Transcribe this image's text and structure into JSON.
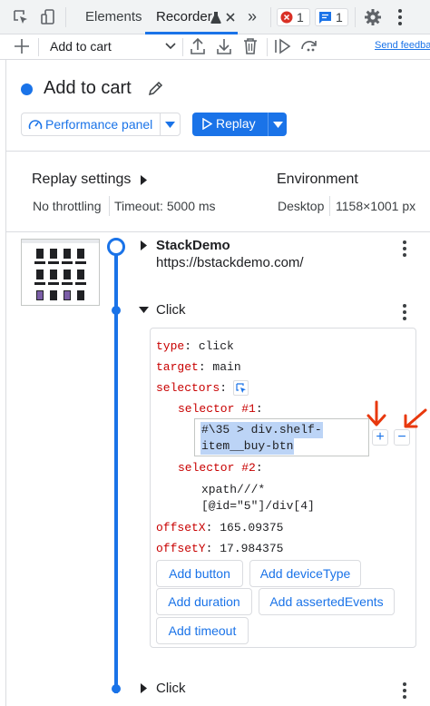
{
  "tabs": {
    "elements": "Elements",
    "recorder": "Recorder",
    "recorder_icon": "flask-icon",
    "more": "»",
    "errors_count": "1",
    "messages_count": "1"
  },
  "toolbar": {
    "recording_name": "Add to cart",
    "send_feedback": "Send feedback"
  },
  "header": {
    "title": "Add to cart",
    "performance_panel": "Performance panel",
    "replay": "Replay"
  },
  "replay_settings": {
    "title": "Replay settings",
    "throttling": "No throttling",
    "timeout": "Timeout: 5000 ms",
    "environment_title": "Environment",
    "device": "Desktop",
    "resolution": "1158×1001 px"
  },
  "steps": [
    {
      "title": "StackDemo",
      "subtitle": "https://bstackdemo.com/"
    },
    {
      "title": "Click"
    },
    {
      "title": "Click"
    }
  ],
  "click_details": {
    "type_key": "type",
    "type_val": "click",
    "target_key": "target",
    "target_val": "main",
    "selectors_key": "selectors",
    "selector1_key": "selector #1",
    "selector1_line1": "#\\35 > div.shelf-",
    "selector1_line2": "item__buy-btn",
    "selector2_key": "selector #2",
    "selector2_line1": "xpath///*",
    "selector2_line2": "[@id=\"5\"]/div[4]",
    "offsetX_key": "offsetX",
    "offsetX_val": "165.09375",
    "offsetY_key": "offsetY",
    "offsetY_val": "17.984375",
    "add_selector": "+",
    "remove_selector": "−"
  },
  "actions": {
    "add_button": "Add button",
    "add_devicetype": "Add deviceType",
    "add_duration": "Add duration",
    "add_assertedevents": "Add assertedEvents",
    "add_timeout": "Add timeout"
  },
  "colors": {
    "accent": "#1a73e8",
    "annotation_arrow": "#e8380d",
    "selection": "#bcd4f6",
    "key_red": "#c80000"
  }
}
